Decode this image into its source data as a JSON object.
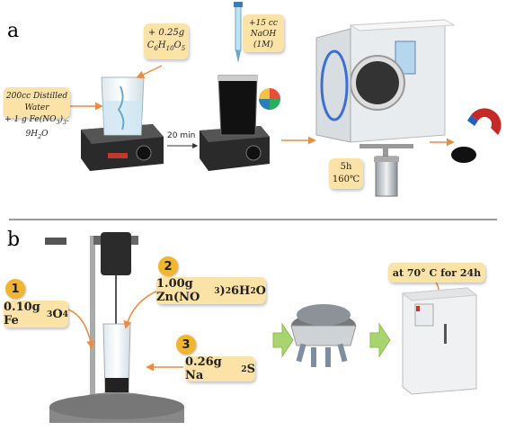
{
  "panel_a": {
    "letter": "a",
    "reagent_glucose": "+ 0.25g",
    "reagent_glucose_formula": "C6H10O5",
    "reagent_naoh_amount": "+15 cc",
    "reagent_naoh_name": "NaOH",
    "reagent_naoh_conc": "(1M)",
    "solution_line1": "200cc Distilled Water",
    "solution_line2": "+ 1 g Fe(NO3)3. 9H2O",
    "time_label": "20 min",
    "autoclave_time": "5h",
    "autoclave_temp": "160℃"
  },
  "panel_b": {
    "letter": "b",
    "step1_number": "1",
    "step1_label": "0.10g Fe3O4",
    "step2_number": "2",
    "step2_label": "1.00g Zn(NO3)2 6H2O",
    "step3_number": "3",
    "step3_label": "0.26g Na2S",
    "oven_label": "at 70° C for 24h"
  },
  "colors": {
    "note_fill": "#fbe2a6",
    "number_circle": "#f1b62e",
    "arrow_orange": "#f08a3c",
    "arrow_green": "#a9d46f"
  },
  "icons": [
    "magnetic-stirrer-icon",
    "beaker-icon",
    "pipette-icon",
    "autoclave-icon",
    "hydrothermal-reactor-icon",
    "magnet-icon",
    "overhead-stirrer-icon",
    "centrifuge-icon",
    "drying-oven-icon"
  ]
}
